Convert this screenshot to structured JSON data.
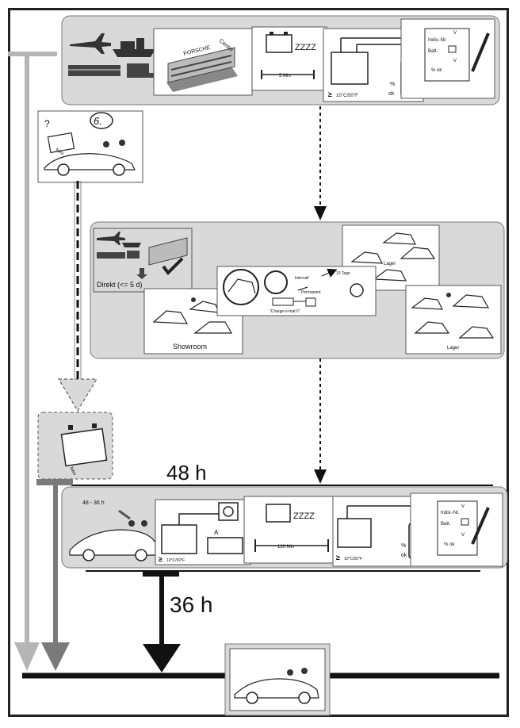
{
  "labels": {
    "station": "6.",
    "neu_top": "Neu",
    "neu_box": "Neu",
    "porsche_center": "PORSCHE",
    "center": "Center",
    "sleep_top": "ZZZZ",
    "sleep_bottom": "ZZZZ",
    "five_min": "5 Min",
    "temp_top": "10°C/50°F",
    "percent_top": "%",
    "ok_top": "ok",
    "indiv_nr_top": "Indiv.-Nr.",
    "batt_top": "Batt.",
    "v_top_1": "V",
    "v_top_2": "V",
    "pct_ok_top": "% ok",
    "direkt": "Direkt (<= 5 d)",
    "showroom": "Showroom",
    "lager_1": "Lager",
    "lager_2": "Lager",
    "intervall": "Intervall",
    "permanent": "Permanent",
    "ten_tage": "10 Tage",
    "charge_o_mat": "\"Charge-o-mat II\"",
    "h48": "48 h",
    "h48_36": "48 - 36 h",
    "amp": "A",
    "temp_bottom": "10°C/50°F",
    "percent_bottom": "%",
    "ok_bottom": "ok",
    "min120": "120 Min",
    "indiv_nr_bottom": "Indiv.-Nr.",
    "batt_bottom": "Batt.",
    "v_bottom_1": "V",
    "v_bottom_2": "V",
    "pct_ok_bottom": "% ok",
    "h36": "36 h",
    "question": "?"
  },
  "colors": {
    "panel_gray": "#d9d9d9",
    "panel_border": "#777777",
    "arrow_light_gray": "#b5b5b5",
    "arrow_mid_gray": "#7a7a7a",
    "arrow_black": "#111111"
  }
}
